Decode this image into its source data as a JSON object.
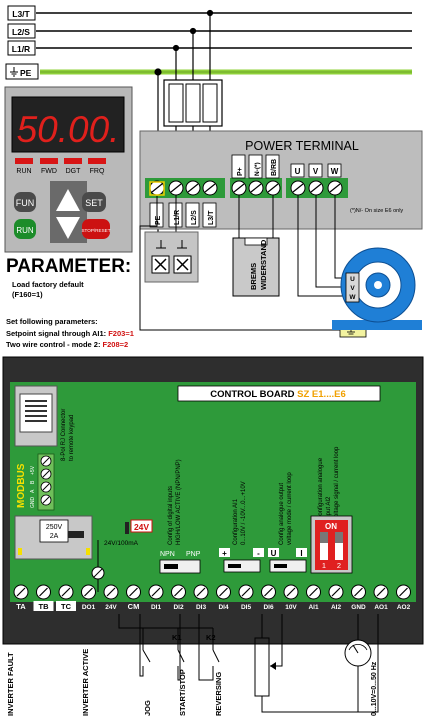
{
  "lines": {
    "l3": "L3/T",
    "l2": "L2/S",
    "l1": "L1/R",
    "pe": "PE"
  },
  "keypad": {
    "display": "50.00.",
    "leds": [
      "RUN",
      "FWD",
      "DGT",
      "FRQ"
    ],
    "buttons": {
      "fun": "FUN",
      "set": "SET",
      "run": "RUN",
      "stop": "STOP/RESET"
    }
  },
  "parameter": {
    "title": "PARAMETER:",
    "load1": "Load factory default",
    "load2": "(F160=1)",
    "set_heading": "Set following parameters:",
    "line1_text": "Setpoint signal through AI1: ",
    "line1_code": "F203=1",
    "line2_text": "Two wire control - mode 2: ",
    "line2_code": "F208=2"
  },
  "power": {
    "title": "POWER TERMINAL",
    "terminals_left": [
      "PE",
      "L1/R",
      "L2/S",
      "L3/T"
    ],
    "terminals_brake": [
      "P+",
      "N-(*)",
      "B/RB"
    ],
    "terminals_motor": [
      "U",
      "V",
      "W"
    ],
    "note": "(*)N/- On size E6 only",
    "resistor": [
      "BREMS",
      "WIDERSTAND"
    ],
    "motor_labels": [
      "U",
      "V",
      "W"
    ]
  },
  "control": {
    "title_main": "CONTROL BOARD ",
    "title_model": "SZ E1....E6",
    "rj45_text": [
      "8-Pol RJ Connector",
      "to remote keypad"
    ],
    "modbus": "MODBUS",
    "modbus_pins": [
      "GND",
      "A",
      "B",
      "+5V"
    ],
    "relay": [
      "250V",
      "2A"
    ],
    "supply_badge": "24V",
    "supply_text": "24V/100mA",
    "digital_cfg": [
      "Config of digital inputs",
      "HIGH/LOW ACTIVE (NPN/PNP)"
    ],
    "npn": "NPN",
    "pnp": "PNP",
    "ai1_cfg": [
      "Configuration AI1",
      "0...10V / -10V...0...+10V"
    ],
    "ai1_signs": [
      "+",
      "-"
    ],
    "ao_cfg": [
      "Config analogue output",
      "voltage mode / current loop"
    ],
    "ao_sw": [
      "U",
      "I"
    ],
    "ai2_cfg": [
      "Configuration analogue",
      "input AI2",
      "voltage signal / current loop"
    ],
    "dip_on": "ON",
    "dip_nums": [
      "1",
      "2"
    ],
    "terminals": [
      "TA",
      "TB",
      "TC",
      "DO1",
      "24V",
      "CM",
      "DI1",
      "DI2",
      "DI3",
      "DI4",
      "DI5",
      "DI6",
      "10V",
      "AI1",
      "AI2",
      "GND",
      "AO1",
      "AO2"
    ]
  },
  "bottom": {
    "fault": "INVERTER FAULT",
    "active": "INVERTER ACTIVE",
    "jog": "JOG",
    "startstop": "START/STOP",
    "reversing": "REVERSING",
    "k1": "K1",
    "k2": "K2",
    "meter": "0...10V=0...50 Hz"
  },
  "colors": {
    "green_board": "#2e9a3a",
    "pe_line": "#8fd13a",
    "display_red": "#e0201c",
    "stop_red": "#cc1111",
    "motor_blue": "#1f7fd6",
    "code_red": "#d01010",
    "model_orange": "#f0a000"
  }
}
